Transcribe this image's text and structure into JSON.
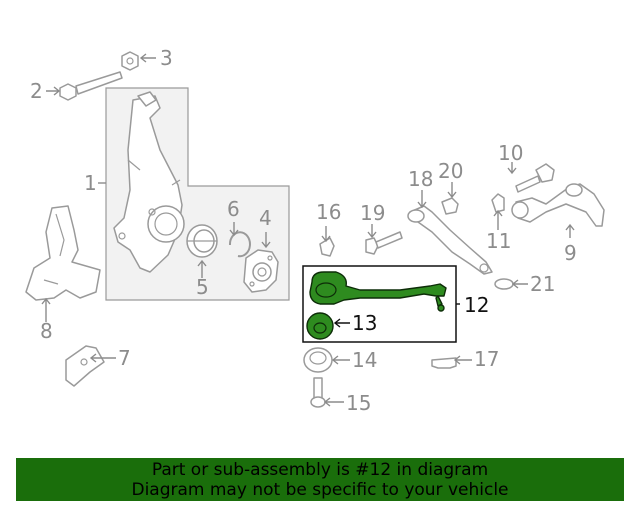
{
  "callouts": {
    "c1": "1",
    "c2": "2",
    "c3": "3",
    "c4": "4",
    "c5": "5",
    "c6": "6",
    "c7": "7",
    "c8": "8",
    "c9": "9",
    "c10": "10",
    "c11": "11",
    "c12": "12",
    "c13": "13",
    "c14": "14",
    "c15": "15",
    "c16": "16",
    "c17": "17",
    "c18": "18",
    "c19": "19",
    "c20": "20",
    "c21": "21"
  },
  "highlighted_part": "12",
  "colors": {
    "highlight": "#2e8b1f",
    "banner_bg": "#1a6e0b",
    "callout": "#8c8c8c"
  },
  "banner": {
    "line1": "Part or sub-assembly is #12 in diagram",
    "line2": "Diagram may not be specific to your vehicle"
  }
}
